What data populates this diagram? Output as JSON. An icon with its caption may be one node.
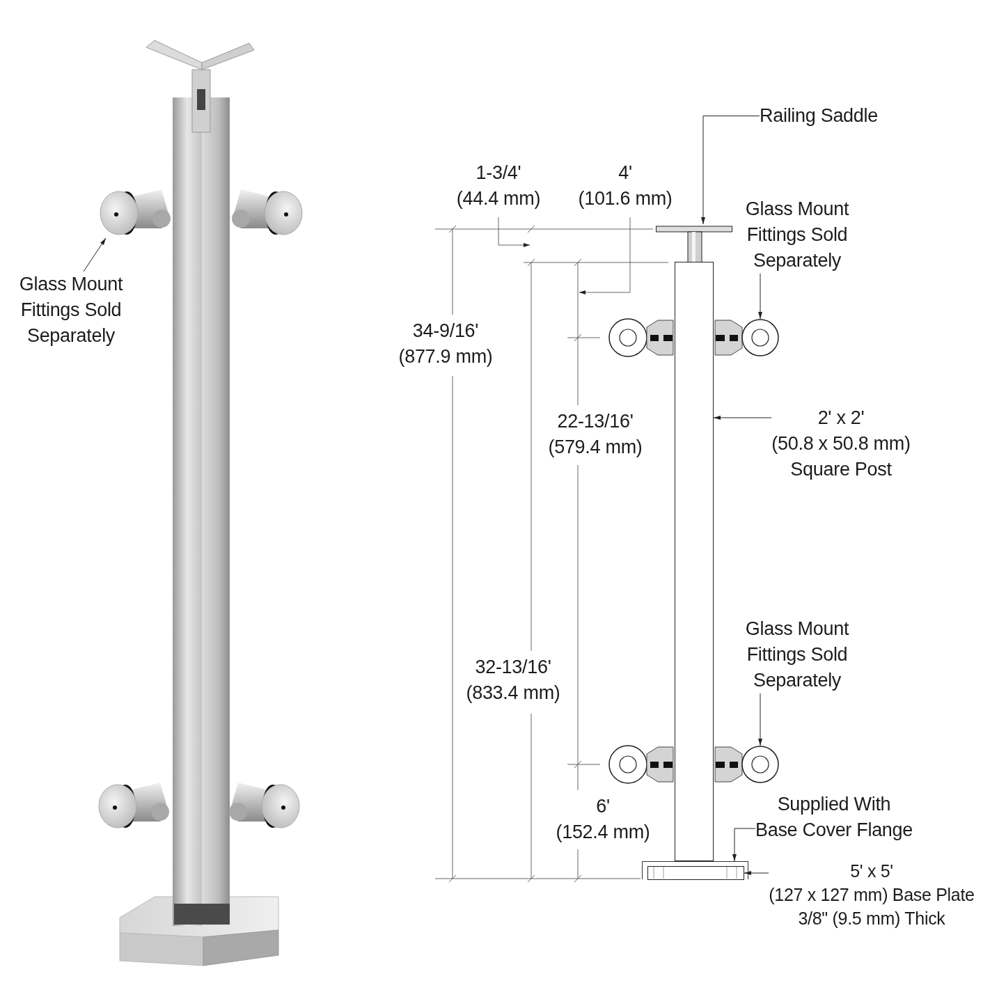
{
  "diagram": {
    "nodes": [
      {
        "text": [
          "Glass Mount Fittings Sold Separately"
        ]
      },
      {
        "text": [],
        "shape": "picture"
      },
      {
        "text": [
          "Railing Saddle"
        ]
      },
      {
        "text": [],
        "shape": "picture"
      },
      {
        "text": [
          "Glass Mount Fittings Sold Separately"
        ]
      },
      {
        "text": [],
        "shape": "circle"
      },
      {
        "text": [
          "2' x 2' (50.8 x 50.8 mm) Square Post"
        ]
      },
      {
        "text": [],
        "shape": "box"
      },
      {
        "text": [
          "Glass Mount Fittings Sold Separately"
        ]
      },
      {
        "text": [],
        "shape": "circle"
      },
      {
        "text": [
          "Supplied With Base Cover Flange"
        ]
      },
      {
        "text": [],
        "shape": "box"
      },
      {
        "text": [
          "5' x 5' (127 x 127 mm) Base Plate 3/8\" (9.5 mm) Thick"
        ]
      },
      {
        "text": [],
        "shape": "box",
        "in": 11
      }
    ],
    "edges": [
      {
        "from": 0,
        "to": 1,
        "arrow": "to"
      },
      {
        "from": 2,
        "to": 3,
        "arrow": "to"
      },
      {
        "from": 4,
        "to": 5,
        "arrow": "to"
      },
      {
        "from": 6,
        "to": 7,
        "arrow": "to"
      },
      {
        "from": 8,
        "to": 9,
        "arrow": "to"
      },
      {
        "from": 10,
        "to": 11,
        "arrow": "to"
      },
      {
        "from": 12,
        "to": 13,
        "arrow": "to"
      }
    ],
    "labels": [
      "1-3/4' (44.4 mm)",
      "4' (101.6 mm)",
      "34-9/16' (877.9 mm)",
      "22-13/16' (579.4 mm)",
      "32-13/16' (833.4 mm)",
      "6' (152.4 mm)"
    ]
  }
}
